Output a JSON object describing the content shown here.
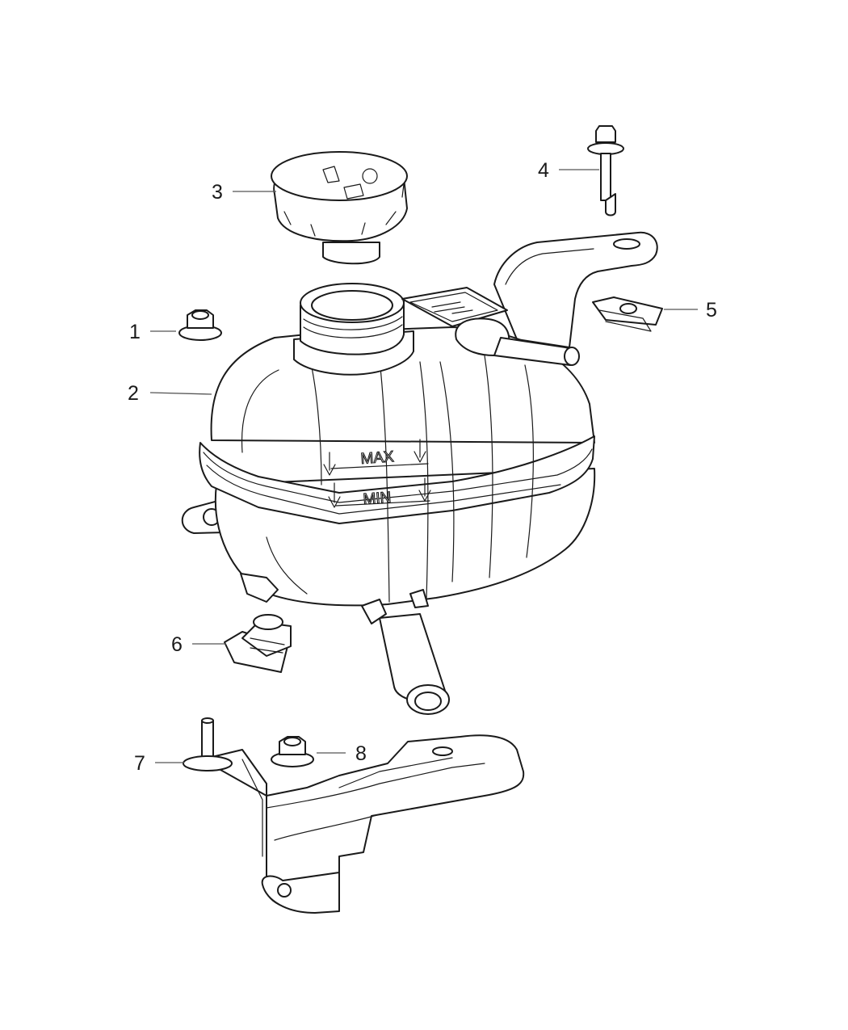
{
  "callouts": [
    {
      "id": "1",
      "label": "1"
    },
    {
      "id": "2",
      "label": "2"
    },
    {
      "id": "3",
      "label": "3"
    },
    {
      "id": "4",
      "label": "4"
    },
    {
      "id": "5",
      "label": "5"
    },
    {
      "id": "6",
      "label": "6"
    },
    {
      "id": "7",
      "label": "7"
    },
    {
      "id": "8",
      "label": "8"
    }
  ],
  "tank_markings": {
    "max": "MAX",
    "min": "MIN"
  }
}
